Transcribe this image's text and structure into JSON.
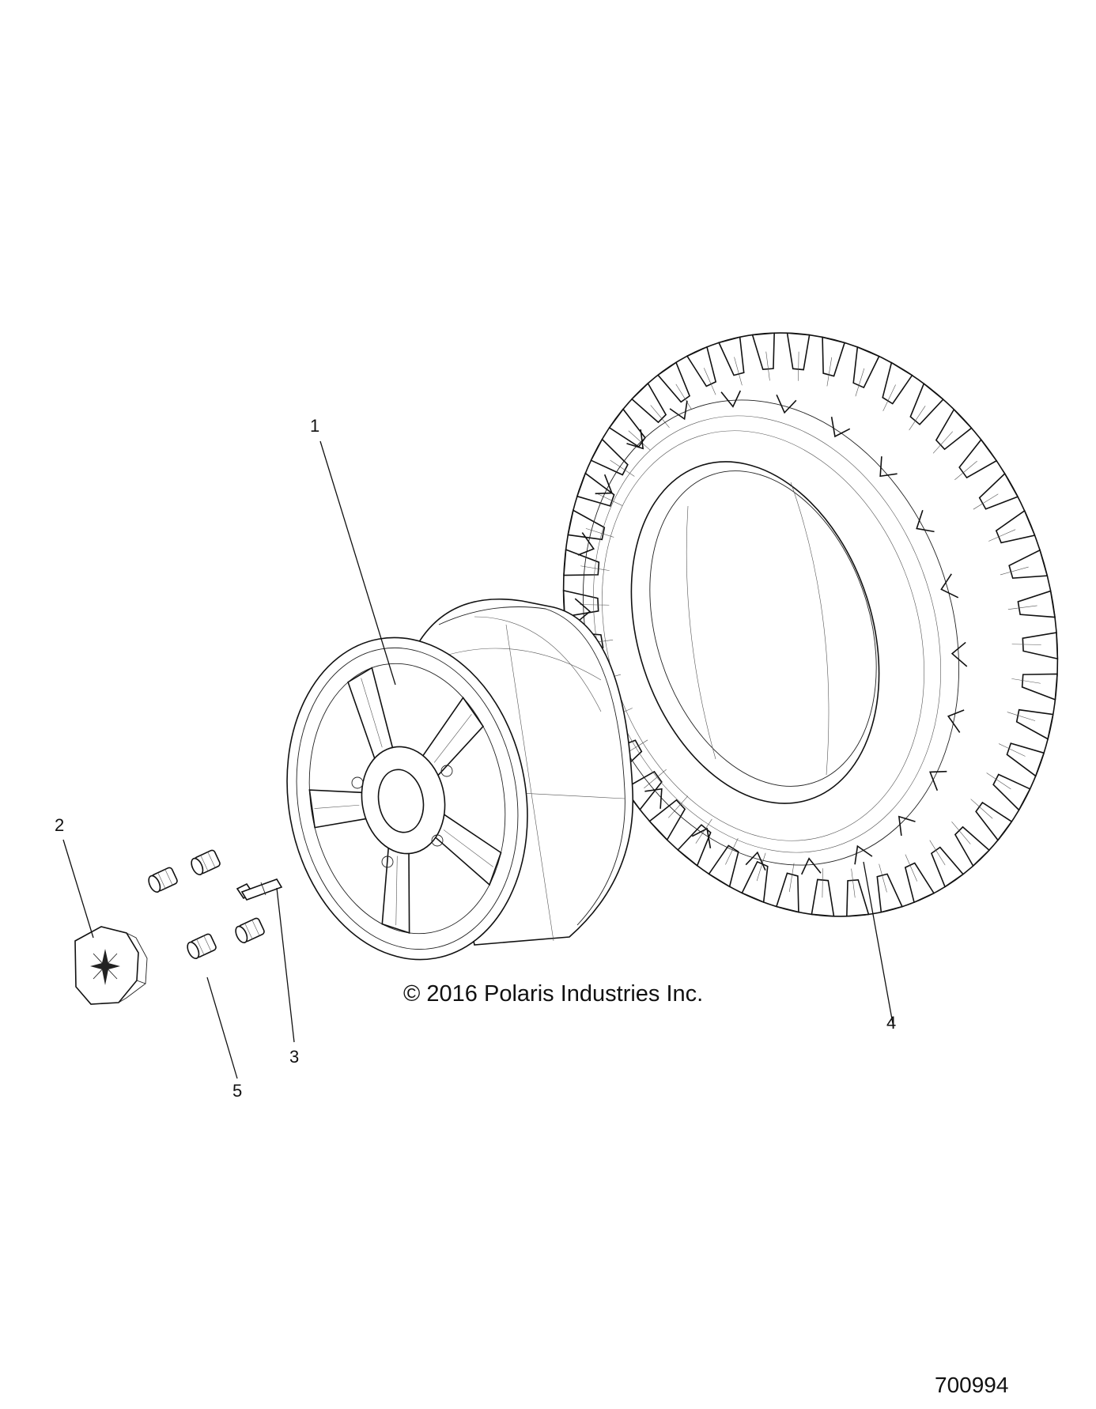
{
  "callouts": [
    {
      "id": "1",
      "label": "1"
    },
    {
      "id": "2",
      "label": "2"
    },
    {
      "id": "3",
      "label": "3"
    },
    {
      "id": "4",
      "label": "4"
    },
    {
      "id": "5",
      "label": "5"
    }
  ],
  "copyright": "© 2016 Polaris Industries Inc.",
  "drawing_number": "700994"
}
